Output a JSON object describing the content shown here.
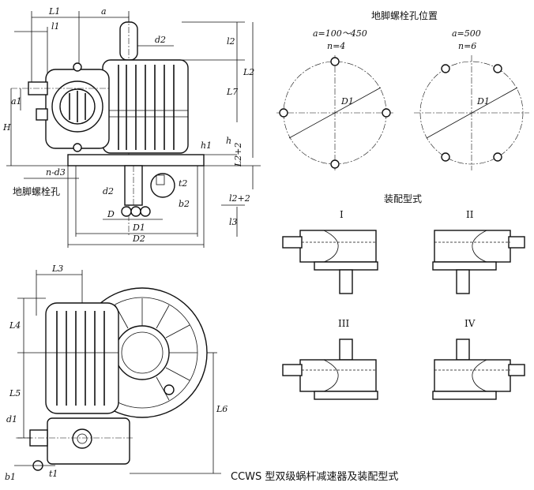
{
  "front_view": {
    "dims": {
      "L1": "L1",
      "l1": "l1",
      "a": "a",
      "d2": "d2",
      "l2": "l2",
      "L2": "L2",
      "L7": "L7",
      "a1": "a1",
      "H": "H",
      "h1": "h1",
      "h": "h",
      "L2p2_right": "L2+2",
      "nd3": "n-d3",
      "d2_small": "d2",
      "t2": "t2",
      "l2p2": "l2+2",
      "b2": "b2",
      "D": "D",
      "l3": "l3",
      "D1": "D1",
      "D2": "D2"
    },
    "foot_bolt_label": "地脚螺栓孔"
  },
  "side_view": {
    "dims": {
      "L3": "L3",
      "L4": "L4",
      "L5": "L5",
      "L6": "L6",
      "d1": "d1",
      "b1": "b1",
      "t1": "t1"
    }
  },
  "bolt_positions": {
    "title": "地脚螺栓孔位置",
    "left": {
      "a_label": "a=100～450",
      "n_label": "n=4",
      "d_label": "D1"
    },
    "right": {
      "a_label": "a=500",
      "n_label": "n=6",
      "d_label": "D1"
    }
  },
  "assembly": {
    "title": "装配型式",
    "types": [
      "I",
      "II",
      "III",
      "IV"
    ]
  },
  "caption": "CCWS 型双级蜗杆减速器及装配型式"
}
